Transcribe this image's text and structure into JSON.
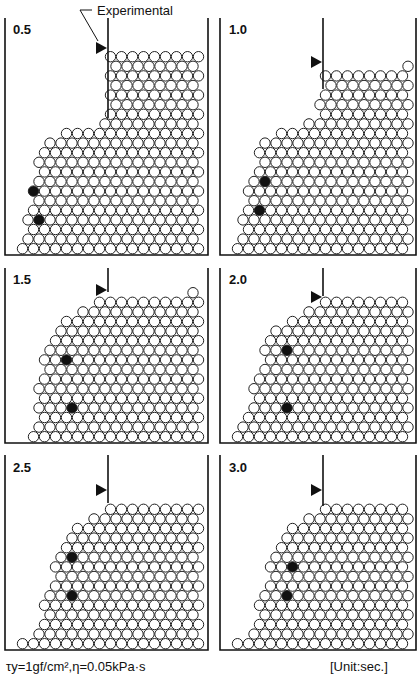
{
  "diagram": {
    "labels": [
      "Experimental",
      "0.5",
      "1.0",
      "1.5",
      "2.0",
      "2.5",
      "3.0",
      "τy=1gf/cm²,η=0.05kPa·s",
      "[Unit:sec.]"
    ]
  }
}
